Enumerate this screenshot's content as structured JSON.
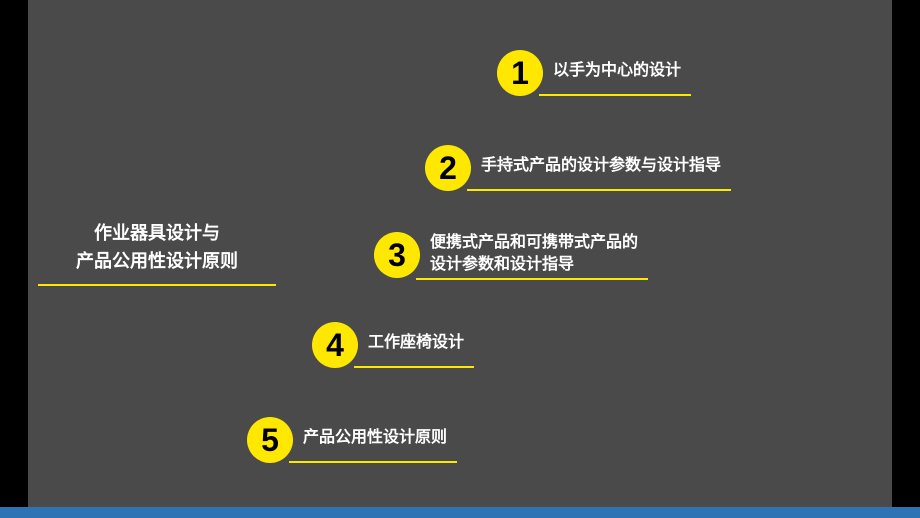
{
  "slide": {
    "title": {
      "line1": "作业器具设计与",
      "line2": "产品公用性设计原则"
    },
    "items": [
      {
        "number": "1",
        "lines": [
          "以手为中心的设计"
        ]
      },
      {
        "number": "2",
        "lines": [
          "手持式产品的设计参数与设计指导"
        ]
      },
      {
        "number": "3",
        "lines": [
          "便携式产品和可携带式产品的",
          "设计参数和设计指导"
        ]
      },
      {
        "number": "4",
        "lines": [
          "工作座椅设计"
        ]
      },
      {
        "number": "5",
        "lines": [
          "产品公用性设计原则"
        ]
      }
    ],
    "colors": {
      "background": "#4a4a4a",
      "accent_yellow": "#ffe800",
      "bottom_bar_blue": "#2e74b5",
      "side_bar_black": "#000000",
      "text_white": "#ffffff",
      "number_black": "#000000"
    }
  }
}
